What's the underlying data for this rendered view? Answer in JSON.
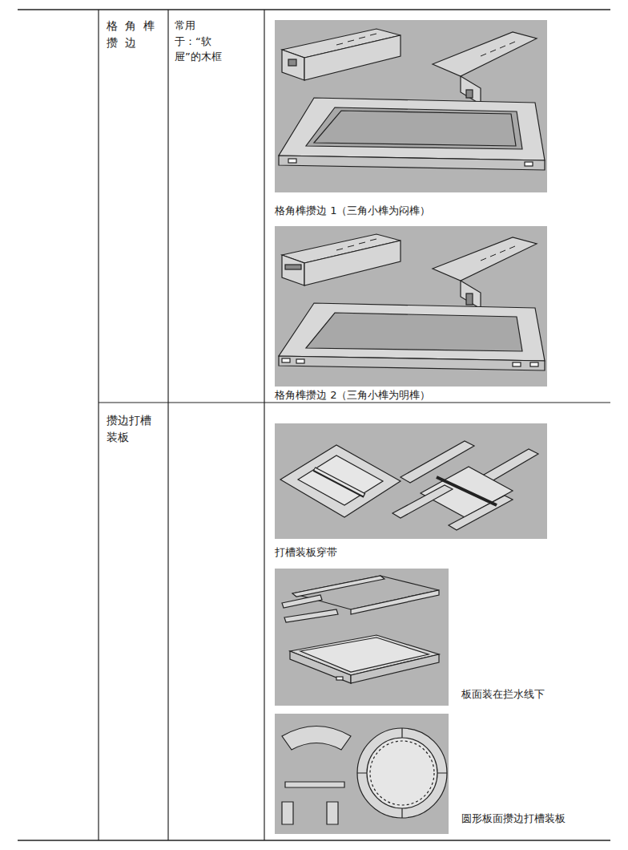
{
  "diagram": {
    "labels": [
      "格角榫攒边",
      "常用于：“软屉”的木框",
      "格角榫攒边 1（三角小榫为闷榫）",
      "格角榫攒边 2（三角小榫为明榫）",
      "攒边打槽装板",
      "打槽装板穿带",
      "板面装在拦水线下",
      "圆形板面攒边打槽装板"
    ]
  }
}
